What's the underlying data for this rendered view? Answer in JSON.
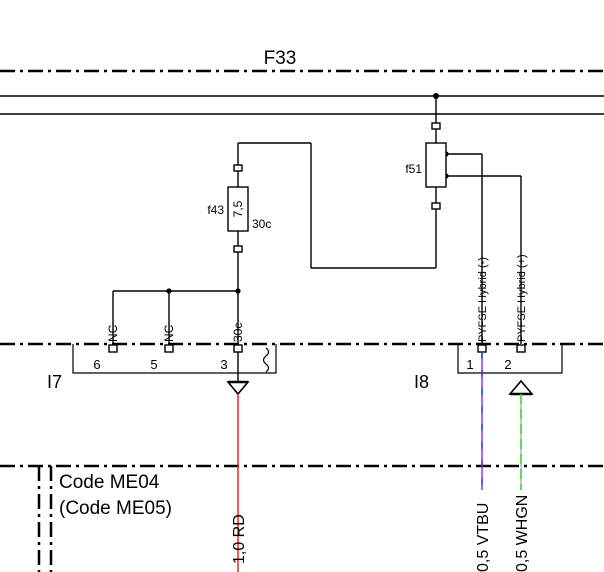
{
  "sections": {
    "top": "F33",
    "left_block": "I7",
    "right_block": "I8"
  },
  "fuses": {
    "f43": {
      "name": "f43",
      "rating": "7,5",
      "terminal": "30c"
    },
    "f51": {
      "name": "f51"
    }
  },
  "connector_i7": {
    "pins": [
      {
        "number": "6",
        "signal": "NC"
      },
      {
        "number": "5",
        "signal": "NC"
      },
      {
        "number": "3",
        "signal": "30c"
      }
    ]
  },
  "connector_i8": {
    "pins": [
      {
        "number": "1",
        "signal": "PYFSE Hybrid (-)"
      },
      {
        "number": "2",
        "signal": "PYFSE Hybrid (+)"
      }
    ]
  },
  "codes": {
    "line1": "Code ME04",
    "line2": "(Code ME05)"
  },
  "wires": [
    {
      "label": "1,0 RD",
      "color": "#e8191c"
    },
    {
      "label": "0,5 VTBU",
      "color_a": "#a020f0",
      "color_b": "#1a3fd8"
    },
    {
      "label": "0,5 WHGN",
      "color": "#3cd13c"
    }
  ]
}
